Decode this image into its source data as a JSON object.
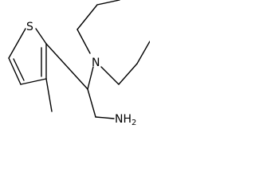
{
  "molecule": {
    "atoms": {
      "sulfur": "S",
      "nitrogen": "N",
      "amine": "NH",
      "amine_subscript": "2"
    }
  }
}
